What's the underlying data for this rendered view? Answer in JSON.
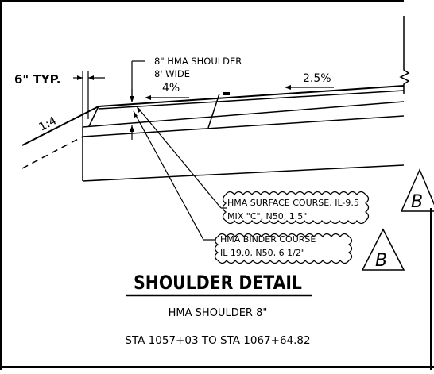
{
  "labels": {
    "typ": "6\" TYP.",
    "slope": "1:4",
    "shoulder_line1": "8\" HMA SHOULDER",
    "shoulder_line2": "8' WIDE",
    "pct_shoulder": "4%",
    "pct_lane": "2.5%",
    "surface_line1": "HMA SURFACE COURSE, IL-9.5",
    "surface_line2": "MIX \"C\", N50, 1.5\"",
    "binder_line1": "HMA BINDER COURSE",
    "binder_line2": "IL 19.0, N50, 6 1/2\"",
    "tag1": "B",
    "tag2": "B"
  },
  "title": {
    "heading": "SHOULDER DETAIL",
    "subtitle": "HMA SHOULDER 8\"",
    "station_range": "STA 1057+03 TO STA 1067+64.82"
  }
}
